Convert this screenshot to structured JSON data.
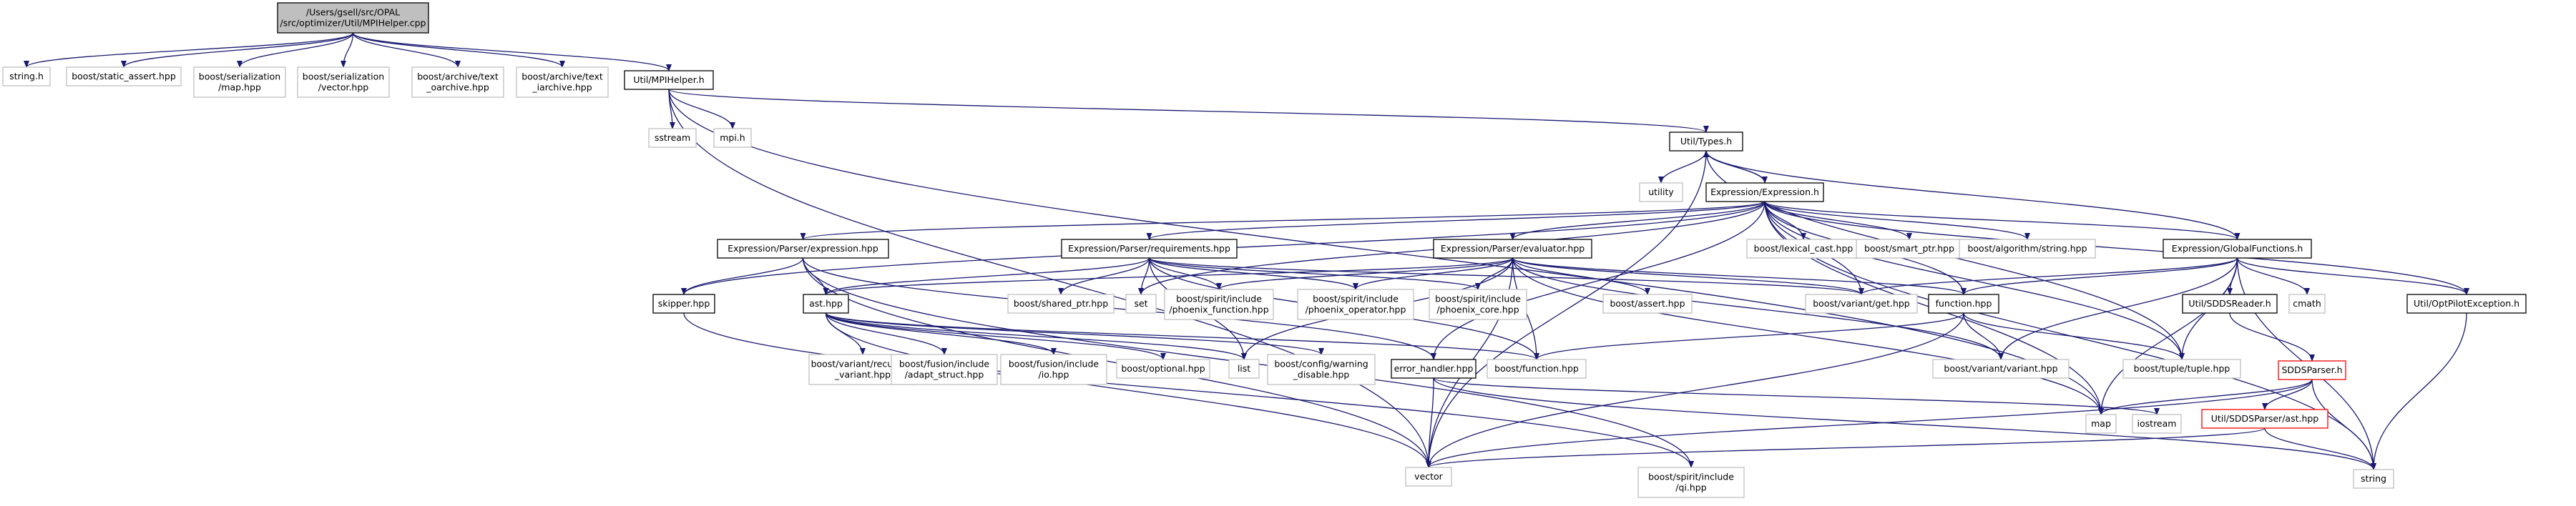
{
  "graph": {
    "root": "/Users/gsell/src/OPAL/src/optimizer/Util/MPIHelper.cpp",
    "colors": {
      "edge": "#191970",
      "node_border_defined": "#000000",
      "node_border_external": "#bfbfbf",
      "node_border_truncated": "#ff0000",
      "root_fill": "#bfbfbf"
    },
    "nodes": [
      {
        "id": "root",
        "kind": "root",
        "lines": [
          "/Users/gsell/src/OPAL",
          "/src/optimizer/Util/MPIHelper.cpp"
        ]
      },
      {
        "id": "string_h",
        "kind": "external",
        "lines": [
          "string.h"
        ]
      },
      {
        "id": "static_assert",
        "kind": "external",
        "lines": [
          "boost/static_assert.hpp"
        ]
      },
      {
        "id": "ser_map",
        "kind": "external",
        "lines": [
          "boost/serialization",
          "/map.hpp"
        ]
      },
      {
        "id": "ser_vector",
        "kind": "external",
        "lines": [
          "boost/serialization",
          "/vector.hpp"
        ]
      },
      {
        "id": "text_oarchive",
        "kind": "external",
        "lines": [
          "boost/archive/text",
          "_oarchive.hpp"
        ]
      },
      {
        "id": "text_iarchive",
        "kind": "external",
        "lines": [
          "boost/archive/text",
          "_iarchive.hpp"
        ]
      },
      {
        "id": "mpihelper_h",
        "kind": "defined",
        "lines": [
          "Util/MPIHelper.h"
        ]
      },
      {
        "id": "sstream",
        "kind": "external",
        "lines": [
          "sstream"
        ]
      },
      {
        "id": "mpi_h",
        "kind": "external",
        "lines": [
          "mpi.h"
        ]
      },
      {
        "id": "types_h",
        "kind": "defined",
        "lines": [
          "Util/Types.h"
        ]
      },
      {
        "id": "utility",
        "kind": "external",
        "lines": [
          "utility"
        ]
      },
      {
        "id": "expression_h",
        "kind": "defined",
        "lines": [
          "Expression/Expression.h"
        ]
      },
      {
        "id": "lexical_cast",
        "kind": "external",
        "lines": [
          "boost/lexical_cast.hpp"
        ]
      },
      {
        "id": "smart_ptr",
        "kind": "external",
        "lines": [
          "boost/smart_ptr.hpp"
        ]
      },
      {
        "id": "algo_string",
        "kind": "external",
        "lines": [
          "boost/algorithm/string.hpp"
        ]
      },
      {
        "id": "parser_expression",
        "kind": "defined",
        "lines": [
          "Expression/Parser/expression.hpp"
        ]
      },
      {
        "id": "parser_requirements",
        "kind": "defined",
        "lines": [
          "Expression/Parser/requirements.hpp"
        ]
      },
      {
        "id": "parser_evaluator",
        "kind": "defined",
        "lines": [
          "Expression/Parser/evaluator.hpp"
        ]
      },
      {
        "id": "global_functions",
        "kind": "defined",
        "lines": [
          "Expression/GlobalFunctions.h"
        ]
      },
      {
        "id": "skipper",
        "kind": "defined",
        "lines": [
          "skipper.hpp"
        ]
      },
      {
        "id": "ast",
        "kind": "defined",
        "lines": [
          "ast.hpp"
        ]
      },
      {
        "id": "shared_ptr",
        "kind": "external",
        "lines": [
          "boost/shared_ptr.hpp"
        ]
      },
      {
        "id": "set",
        "kind": "external",
        "lines": [
          "set"
        ]
      },
      {
        "id": "phoenix_function",
        "kind": "external",
        "lines": [
          "boost/spirit/include",
          "/phoenix_function.hpp"
        ]
      },
      {
        "id": "phoenix_operator",
        "kind": "external",
        "lines": [
          "boost/spirit/include",
          "/phoenix_operator.hpp"
        ]
      },
      {
        "id": "phoenix_core",
        "kind": "external",
        "lines": [
          "boost/spirit/include",
          "/phoenix_core.hpp"
        ]
      },
      {
        "id": "assert",
        "kind": "external",
        "lines": [
          "boost/assert.hpp"
        ]
      },
      {
        "id": "variant_get",
        "kind": "external",
        "lines": [
          "boost/variant/get.hpp"
        ]
      },
      {
        "id": "function_hpp",
        "kind": "defined",
        "lines": [
          "function.hpp"
        ]
      },
      {
        "id": "sdds_reader",
        "kind": "defined",
        "lines": [
          "Util/SDDSReader.h"
        ]
      },
      {
        "id": "cmath",
        "kind": "external",
        "lines": [
          "cmath"
        ]
      },
      {
        "id": "optpilot_exception",
        "kind": "defined",
        "lines": [
          "Util/OptPilotException.h"
        ]
      },
      {
        "id": "recursive_variant",
        "kind": "external",
        "lines": [
          "boost/variant/recursive",
          "_variant.hpp"
        ]
      },
      {
        "id": "adapt_struct",
        "kind": "external",
        "lines": [
          "boost/fusion/include",
          "/adapt_struct.hpp"
        ]
      },
      {
        "id": "fusion_io",
        "kind": "external",
        "lines": [
          "boost/fusion/include",
          "/io.hpp"
        ]
      },
      {
        "id": "optional",
        "kind": "external",
        "lines": [
          "boost/optional.hpp"
        ]
      },
      {
        "id": "list",
        "kind": "external",
        "lines": [
          "list"
        ]
      },
      {
        "id": "config_warning",
        "kind": "external",
        "lines": [
          "boost/config/warning",
          "_disable.hpp"
        ]
      },
      {
        "id": "error_handler",
        "kind": "defined",
        "lines": [
          "error_handler.hpp"
        ]
      },
      {
        "id": "boost_function",
        "kind": "external",
        "lines": [
          "boost/function.hpp"
        ]
      },
      {
        "id": "variant_variant",
        "kind": "external",
        "lines": [
          "boost/variant/variant.hpp"
        ]
      },
      {
        "id": "tuple",
        "kind": "external",
        "lines": [
          "boost/tuple/tuple.hpp"
        ]
      },
      {
        "id": "sdds_parser",
        "kind": "truncated",
        "lines": [
          "SDDSParser.h"
        ]
      },
      {
        "id": "map",
        "kind": "external",
        "lines": [
          "map"
        ]
      },
      {
        "id": "iostream",
        "kind": "external",
        "lines": [
          "iostream"
        ]
      },
      {
        "id": "sdds_parser_ast",
        "kind": "truncated",
        "lines": [
          "Util/SDDSParser/ast.hpp"
        ]
      },
      {
        "id": "vector",
        "kind": "external",
        "lines": [
          "vector"
        ]
      },
      {
        "id": "qi",
        "kind": "external",
        "lines": [
          "boost/spirit/include",
          "/qi.hpp"
        ]
      },
      {
        "id": "string",
        "kind": "external",
        "lines": [
          "string"
        ]
      }
    ],
    "edges": [
      [
        "root",
        "string_h"
      ],
      [
        "root",
        "static_assert"
      ],
      [
        "root",
        "ser_map"
      ],
      [
        "root",
        "ser_vector"
      ],
      [
        "root",
        "text_oarchive"
      ],
      [
        "root",
        "text_iarchive"
      ],
      [
        "root",
        "mpihelper_h"
      ],
      [
        "mpihelper_h",
        "sstream"
      ],
      [
        "mpihelper_h",
        "mpi_h"
      ],
      [
        "mpihelper_h",
        "types_h"
      ],
      [
        "mpihelper_h",
        "vector"
      ],
      [
        "mpihelper_h",
        "map"
      ],
      [
        "types_h",
        "utility"
      ],
      [
        "types_h",
        "expression_h"
      ],
      [
        "types_h",
        "vector"
      ],
      [
        "types_h",
        "tuple"
      ],
      [
        "expression_h",
        "types_h"
      ],
      [
        "expression_h",
        "lexical_cast"
      ],
      [
        "expression_h",
        "smart_ptr"
      ],
      [
        "expression_h",
        "algo_string"
      ],
      [
        "expression_h",
        "parser_expression"
      ],
      [
        "expression_h",
        "parser_requirements"
      ],
      [
        "expression_h",
        "parser_evaluator"
      ],
      [
        "expression_h",
        "global_functions"
      ],
      [
        "expression_h",
        "skipper"
      ],
      [
        "expression_h",
        "set"
      ],
      [
        "expression_h",
        "variant_get"
      ],
      [
        "expression_h",
        "function_hpp"
      ],
      [
        "expression_h",
        "optpilot_exception"
      ],
      [
        "expression_h",
        "map"
      ],
      [
        "expression_h",
        "string"
      ],
      [
        "expression_h",
        "error_handler"
      ],
      [
        "expression_h",
        "tuple"
      ],
      [
        "parser_expression",
        "skipper"
      ],
      [
        "parser_expression",
        "ast"
      ],
      [
        "parser_expression",
        "error_handler"
      ],
      [
        "parser_expression",
        "vector"
      ],
      [
        "parser_expression",
        "qi"
      ],
      [
        "parser_requirements",
        "ast"
      ],
      [
        "parser_requirements",
        "shared_ptr"
      ],
      [
        "parser_requirements",
        "set"
      ],
      [
        "parser_requirements",
        "phoenix_function"
      ],
      [
        "parser_requirements",
        "phoenix_operator"
      ],
      [
        "parser_requirements",
        "phoenix_core"
      ],
      [
        "parser_requirements",
        "list"
      ],
      [
        "parser_requirements",
        "variant_get"
      ],
      [
        "parser_requirements",
        "boost_function"
      ],
      [
        "parser_evaluator",
        "ast"
      ],
      [
        "parser_evaluator",
        "phoenix_function"
      ],
      [
        "parser_evaluator",
        "phoenix_operator"
      ],
      [
        "parser_evaluator",
        "phoenix_core"
      ],
      [
        "parser_evaluator",
        "assert"
      ],
      [
        "parser_evaluator",
        "variant_get"
      ],
      [
        "parser_evaluator",
        "function_hpp"
      ],
      [
        "parser_evaluator",
        "boost_function"
      ],
      [
        "parser_evaluator",
        "vector"
      ],
      [
        "parser_evaluator",
        "variant_variant"
      ],
      [
        "parser_evaluator",
        "map"
      ],
      [
        "parser_evaluator",
        "list"
      ],
      [
        "global_functions",
        "types_h"
      ],
      [
        "global_functions",
        "sdds_reader"
      ],
      [
        "global_functions",
        "cmath"
      ],
      [
        "global_functions",
        "optpilot_exception"
      ],
      [
        "global_functions",
        "function_hpp"
      ],
      [
        "global_functions",
        "tuple"
      ],
      [
        "global_functions",
        "variant_variant"
      ],
      [
        "global_functions",
        "map"
      ],
      [
        "global_functions",
        "string"
      ],
      [
        "global_functions",
        "variant_get"
      ],
      [
        "skipper",
        "qi"
      ],
      [
        "ast",
        "recursive_variant"
      ],
      [
        "ast",
        "adapt_struct"
      ],
      [
        "ast",
        "fusion_io"
      ],
      [
        "ast",
        "optional"
      ],
      [
        "ast",
        "list"
      ],
      [
        "ast",
        "config_warning"
      ],
      [
        "ast",
        "boost_function"
      ],
      [
        "ast",
        "vector"
      ],
      [
        "function_hpp",
        "boost_function"
      ],
      [
        "function_hpp",
        "variant_variant"
      ],
      [
        "function_hpp",
        "tuple"
      ],
      [
        "function_hpp",
        "vector"
      ],
      [
        "error_handler",
        "vector"
      ],
      [
        "error_handler",
        "string"
      ],
      [
        "error_handler",
        "iostream"
      ],
      [
        "sdds_reader",
        "sdds_parser"
      ],
      [
        "sdds_parser",
        "map"
      ],
      [
        "sdds_parser",
        "sdds_parser_ast"
      ],
      [
        "sdds_parser",
        "string"
      ],
      [
        "sdds_parser",
        "vector"
      ],
      [
        "sdds_parser_ast",
        "vector"
      ],
      [
        "sdds_parser_ast",
        "string"
      ],
      [
        "optpilot_exception",
        "string"
      ]
    ]
  }
}
